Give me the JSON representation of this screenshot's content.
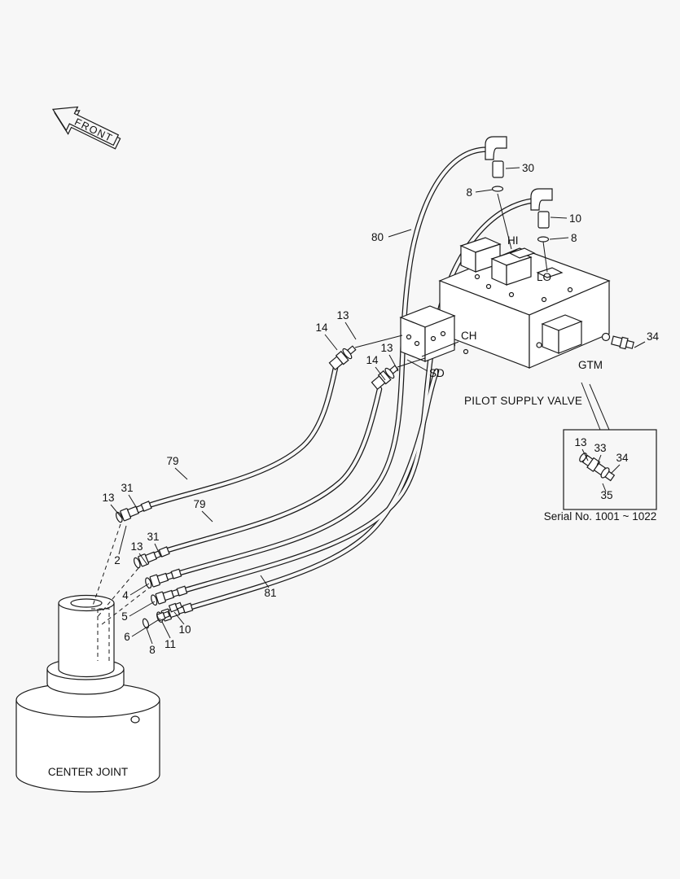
{
  "colors": {
    "background": "#f7f7f7",
    "line": "#1a1a1a"
  },
  "front_arrow": {
    "label": "FRONT"
  },
  "valve": {
    "title": "PILOT SUPPLY VALVE",
    "ports": {
      "hi": "HI",
      "lo": "LO",
      "ch": "CH",
      "sd": "SD",
      "gtm": "GTM"
    }
  },
  "center_joint": {
    "label": "CENTER JOINT"
  },
  "detail_inset": {
    "serial": "Serial No. 1001 ~ 1022",
    "callouts": {
      "c13": "13",
      "c33": "33",
      "c34": "34",
      "c35": "35"
    }
  },
  "callouts": {
    "c30": "30",
    "c8_top": "8",
    "c10_top": "10",
    "c8_upper_right": "8",
    "c80": "80",
    "c13_upper_left": "13",
    "c14_upper_left": "14",
    "c13_mid": "13",
    "c14_mid": "14",
    "c34_right": "34",
    "c79_upper": "79",
    "c79_lower": "79",
    "c31_upper": "31",
    "c13_left_upper": "13",
    "c2": "2",
    "c31_lower": "31",
    "c13_left_lower": "13",
    "c4": "4",
    "c5": "5",
    "c6": "6",
    "c8_bottom": "8",
    "c11": "11",
    "c10_bottom": "10",
    "c81": "81"
  }
}
